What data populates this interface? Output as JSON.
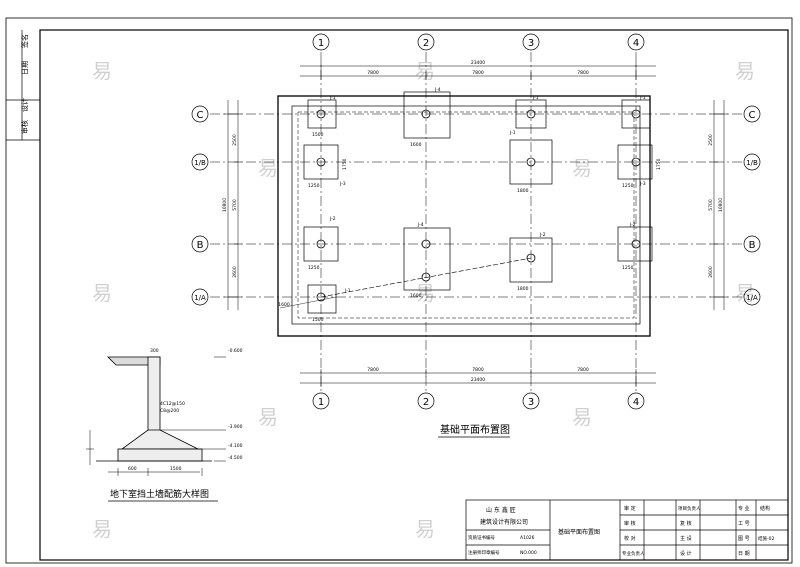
{
  "grid": {
    "columns": [
      "1",
      "2",
      "3",
      "4"
    ],
    "rows": [
      "C",
      "1/B",
      "B",
      "1/A"
    ]
  },
  "dimensions": {
    "top_segments": [
      "7800",
      "7800",
      "7800"
    ],
    "top_total": "23400",
    "bottom_segments": [
      "7800",
      "7800",
      "7800"
    ],
    "bottom_total": "23400",
    "left_segments": [
      "2500",
      "5700",
      "2600"
    ],
    "left_total": "10800",
    "right_segments": [
      "2500",
      "5700",
      "2600"
    ],
    "right_total": "10800",
    "offset_label": "1600"
  },
  "footings": {
    "labels": [
      "J-1",
      "J-2",
      "J-3",
      "J-4"
    ],
    "sizes": [
      "1500",
      "1600",
      "1800",
      "1750",
      "1250"
    ]
  },
  "main_title": "基础平面布置图",
  "detail": {
    "title": "地下室挡土墙配筋大样图",
    "elevations": [
      "-0.600",
      "-3.900",
      "-4.100",
      "-4.500"
    ],
    "dims": [
      "300",
      "600",
      "1500"
    ],
    "rebar": [
      "4C12@150",
      "C8@200"
    ]
  },
  "side_strip": {
    "top_labels": [
      "签名",
      "日期"
    ],
    "bottom_labels": [
      "设计",
      "审核"
    ]
  },
  "title_block": {
    "company_line1": "山 东 鑫 匠",
    "company_line2": "建筑设计有限公司",
    "cert_label": "资质证书编号",
    "cert_value": "A1026",
    "review_label": "注册师印章编号",
    "review_value": "NO.000",
    "drawing_title": "基础平面布置图",
    "roles": [
      "审 定",
      "审 核",
      "校 对"
    ],
    "roles2": [
      "项目负责人",
      "复 核",
      "主 设"
    ],
    "roles3": [
      "专 业",
      "工 号",
      "图 号"
    ],
    "values3": [
      "结构",
      "",
      "结施-02"
    ],
    "bottom_left": "专业负责人",
    "bottom_mid": "设 计",
    "bottom_right": "日 期"
  },
  "watermark": "易"
}
